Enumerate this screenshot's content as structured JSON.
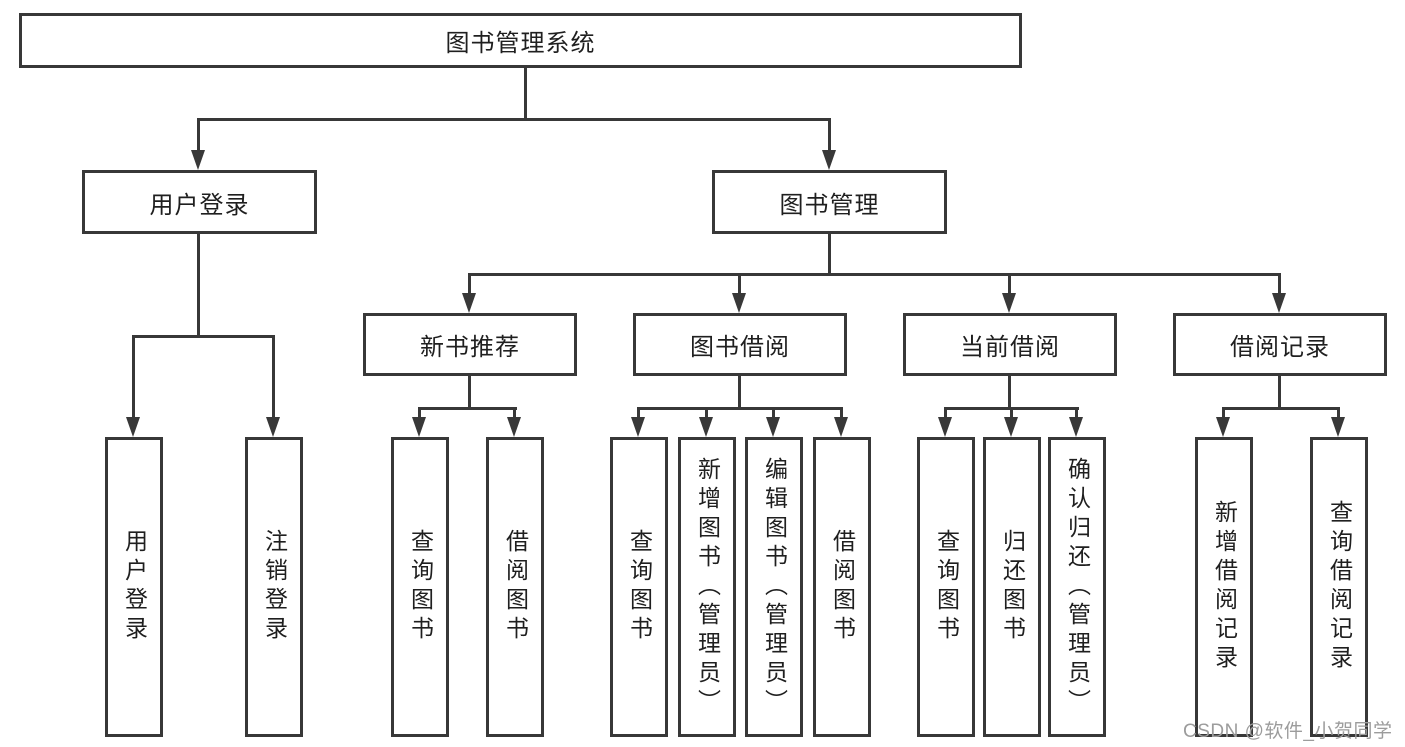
{
  "tree": {
    "root": {
      "label": "图书管理系统",
      "children": [
        {
          "label": "用户登录",
          "children": [
            {
              "label": "用户登录"
            },
            {
              "label": "注销登录"
            }
          ]
        },
        {
          "label": "图书管理",
          "children": [
            {
              "label": "新书推荐",
              "children": [
                {
                  "label": "查询图书"
                },
                {
                  "label": "借阅图书"
                }
              ]
            },
            {
              "label": "图书借阅",
              "children": [
                {
                  "label": "查询图书"
                },
                {
                  "label": "新增图书（管理员）"
                },
                {
                  "label": "编辑图书（管理员）"
                },
                {
                  "label": "借阅图书"
                }
              ]
            },
            {
              "label": "当前借阅",
              "children": [
                {
                  "label": "查询图书"
                },
                {
                  "label": "归还图书"
                },
                {
                  "label": "确认归还（管理员）"
                }
              ]
            },
            {
              "label": "借阅记录",
              "children": [
                {
                  "label": "新增借阅记录"
                },
                {
                  "label": "查询借阅记录"
                }
              ]
            }
          ]
        }
      ]
    }
  },
  "watermark": {
    "text": "CSDN @软件_小贺同学"
  },
  "colors": {
    "line": "#383838",
    "box_border": "#383838",
    "text": "#1f1f1f",
    "watermark": "#9c9c9c",
    "background": "#ffffff"
  }
}
